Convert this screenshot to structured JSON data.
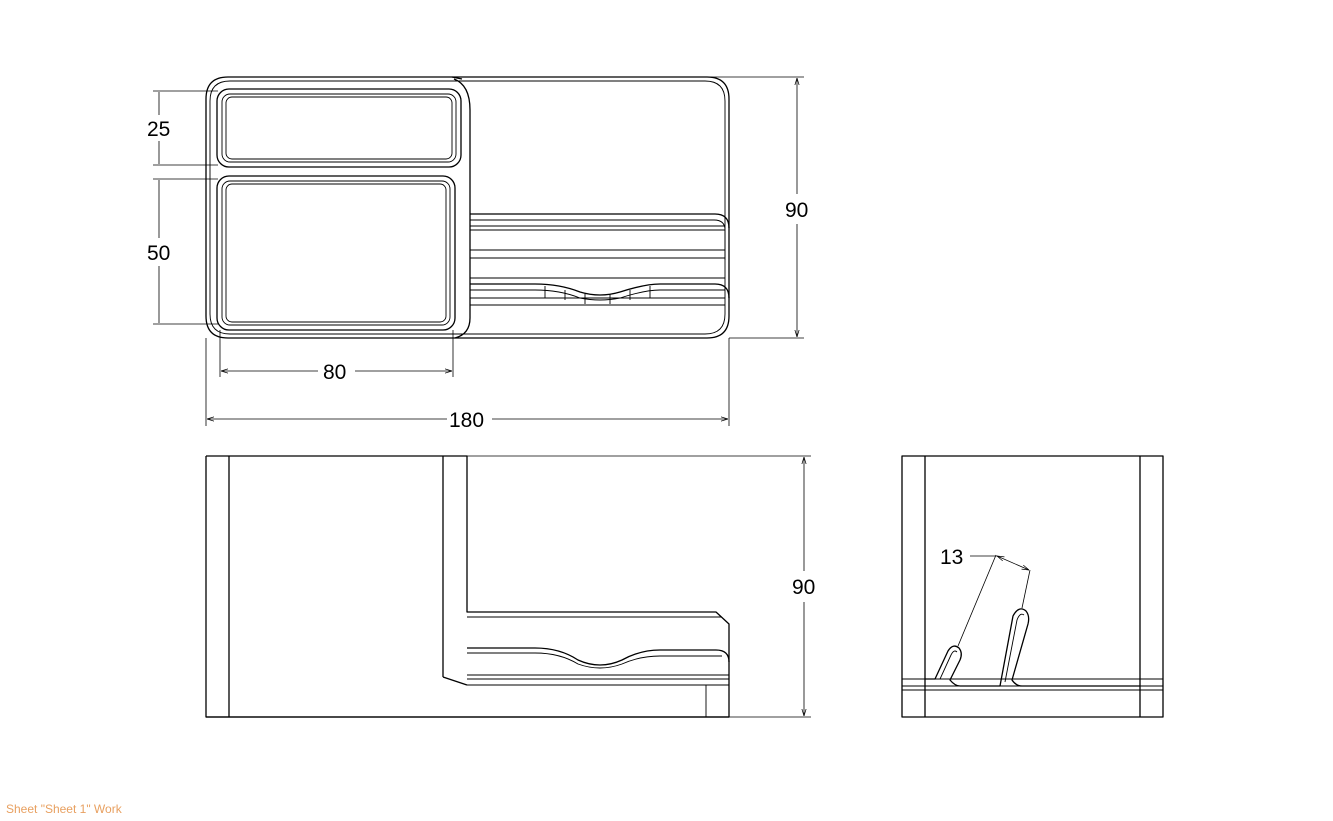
{
  "dimensions": {
    "top_view": {
      "small_pocket_height": "25",
      "large_pocket_height": "50",
      "pocket_width": "80",
      "overall_width": "180",
      "overall_depth": "90"
    },
    "front_view": {
      "overall_height": "90"
    },
    "side_view": {
      "slot_spacing": "13"
    }
  },
  "sheet": {
    "label": "Sheet \"Sheet 1\" Work"
  },
  "colors": {
    "line": "#000000",
    "sheet_label": "#e8a060",
    "background": "#ffffff"
  }
}
